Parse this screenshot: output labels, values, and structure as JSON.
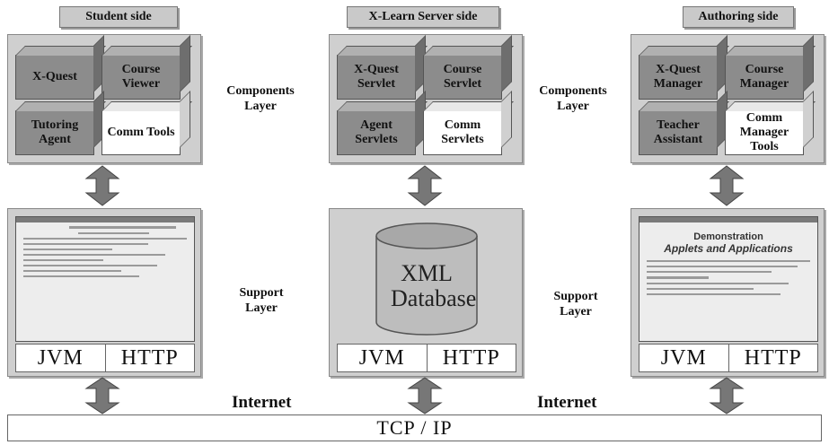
{
  "sides": {
    "student": {
      "title": "Student side",
      "components": [
        "X-Quest",
        "Course Viewer",
        "Tutoring Agent",
        "Comm Tools"
      ],
      "protocols": [
        "JVM",
        "HTTP"
      ]
    },
    "server": {
      "title": "X-Learn Server side",
      "components": [
        "X-Quest Servlet",
        "Course Servlet",
        "Agent Servlets",
        "Comm Servlets"
      ],
      "database": "XML Database",
      "protocols": [
        "JVM",
        "HTTP"
      ]
    },
    "authoring": {
      "title": "Authoring side",
      "components": [
        "X-Quest Manager",
        "Course Manager",
        "Teacher Assistant",
        "Comm Manager Tools"
      ],
      "screenshot_title": "Demonstration",
      "screenshot_subtitle": "Applets and Applications",
      "protocols": [
        "JVM",
        "HTTP"
      ]
    }
  },
  "layers": {
    "components_left": "Components Layer",
    "components_right": "Components Layer",
    "support_left": "Support Layer",
    "support_right": "Support Layer"
  },
  "network": {
    "internet_left": "Internet",
    "internet_right": "Internet",
    "tcp": "TCP / IP"
  },
  "colors": {
    "panel": "#cfcfcf",
    "cube_dark": "#8c8c8c",
    "cube_light": "#ffffff",
    "arrow": "#777777"
  }
}
